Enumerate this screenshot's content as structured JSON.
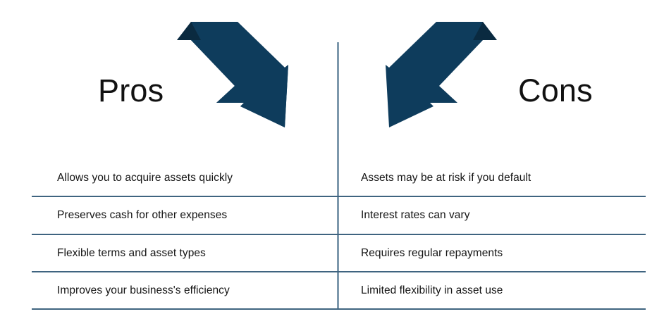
{
  "layout": {
    "background_color": "#ffffff",
    "divider_color": "#3f6480",
    "vertical_divider_color": "#7d98ac",
    "arrow_color": "#0e3c5c",
    "arrow_fold_color": "#0a2a40",
    "text_color": "#141414",
    "heading_color": "#111111"
  },
  "columns": {
    "pros": {
      "heading": "Pros",
      "arrow_icon": "curved-arrow-down-right-icon",
      "items": [
        "Allows you to acquire assets quickly",
        "Preserves cash for other expenses",
        "Flexible terms and asset types",
        "Improves your business's efficiency"
      ]
    },
    "cons": {
      "heading": "Cons",
      "arrow_icon": "curved-arrow-down-left-icon",
      "items": [
        "Assets may be at risk if you default",
        "Interest rates can vary",
        "Requires regular repayments",
        "Limited flexibility in asset use"
      ]
    }
  }
}
